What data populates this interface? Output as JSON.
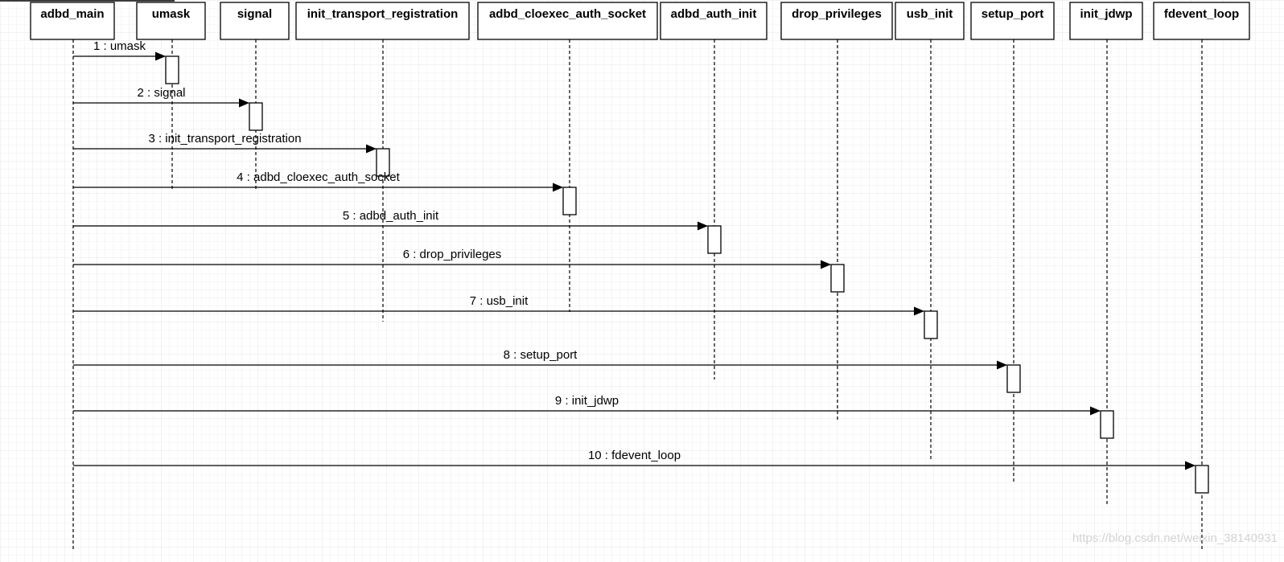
{
  "diagram": {
    "type": "sequence",
    "colors": {
      "line": "#000000",
      "box_fill": "#ffffff",
      "grid": "#e8e8e8",
      "watermark": "#d4d4d4"
    },
    "participants": [
      {
        "id": "adbd_main",
        "label": "adbd_main"
      },
      {
        "id": "umask",
        "label": "umask"
      },
      {
        "id": "signal",
        "label": "signal"
      },
      {
        "id": "init_transport_registration",
        "label": "init_transport_registration"
      },
      {
        "id": "adbd_cloexec_auth_socket",
        "label": "adbd_cloexec_auth_socket"
      },
      {
        "id": "adbd_auth_init",
        "label": "adbd_auth_init"
      },
      {
        "id": "drop_privileges",
        "label": "drop_privileges"
      },
      {
        "id": "usb_init",
        "label": "usb_init"
      },
      {
        "id": "setup_port",
        "label": "setup_port"
      },
      {
        "id": "init_jdwp",
        "label": "init_jdwp"
      },
      {
        "id": "fdevent_loop",
        "label": "fdevent_loop"
      }
    ],
    "messages": [
      {
        "from": "adbd_main",
        "to": "umask",
        "label": "1 : umask"
      },
      {
        "from": "adbd_main",
        "to": "signal",
        "label": "2 : signal"
      },
      {
        "from": "adbd_main",
        "to": "init_transport_registration",
        "label": "3 : init_transport_registration"
      },
      {
        "from": "adbd_main",
        "to": "adbd_cloexec_auth_socket",
        "label": "4 : adbd_cloexec_auth_socket"
      },
      {
        "from": "adbd_main",
        "to": "adbd_auth_init",
        "label": "5 : adbd_auth_init"
      },
      {
        "from": "adbd_main",
        "to": "drop_privileges",
        "label": "6 : drop_privileges"
      },
      {
        "from": "adbd_main",
        "to": "usb_init",
        "label": "7 : usb_init"
      },
      {
        "from": "adbd_main",
        "to": "setup_port",
        "label": "8 : setup_port"
      },
      {
        "from": "adbd_main",
        "to": "init_jdwp",
        "label": "9 : init_jdwp"
      },
      {
        "from": "adbd_main",
        "to": "fdevent_loop",
        "label": "10 : fdevent_loop"
      }
    ]
  },
  "watermark": {
    "text": "https://blog.csdn.net/weixin_38140931"
  }
}
